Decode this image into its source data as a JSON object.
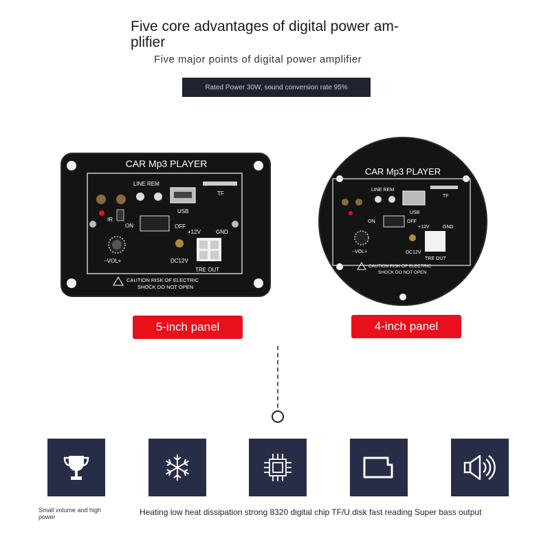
{
  "header": {
    "title": "Five core advantages of digital power am-plifier",
    "subtitle": "Five major points of digital power amplifier",
    "spec": "Rated Power 30W, sound conversion rate 95%"
  },
  "panels": {
    "board_title": "CAR Mp3 PLAYER",
    "line_rem": "LINE REM",
    "tf": "TF",
    "usb": "USB",
    "ir": "IR",
    "on": "ON",
    "off": "OFF",
    "plus12v": "+12V",
    "gnd": "GND",
    "vol": "−VOL+",
    "dc12v": "DC12V",
    "tre_out": "TRE OUT",
    "caution1": "CAUTION RISK OF ELECTRIC",
    "caution2": "SHOCK DO NOT OPEN",
    "label_5inch": "5-inch panel",
    "label_4inch": "4-inch panel"
  },
  "features": {
    "caption_1": "Small volume and high power",
    "caption_row": "Heating low heat dissipation strong 8320 digital chip TF/U disk fast reading Super bass output",
    "icons": [
      "trophy-icon",
      "snowflake-icon",
      "chip-icon",
      "sd-card-icon",
      "speaker-icon"
    ]
  },
  "colors": {
    "icon_bg": "#282d47",
    "label_red": "#e8101b",
    "spec_bg": "#1f2230",
    "board": "#111111"
  }
}
